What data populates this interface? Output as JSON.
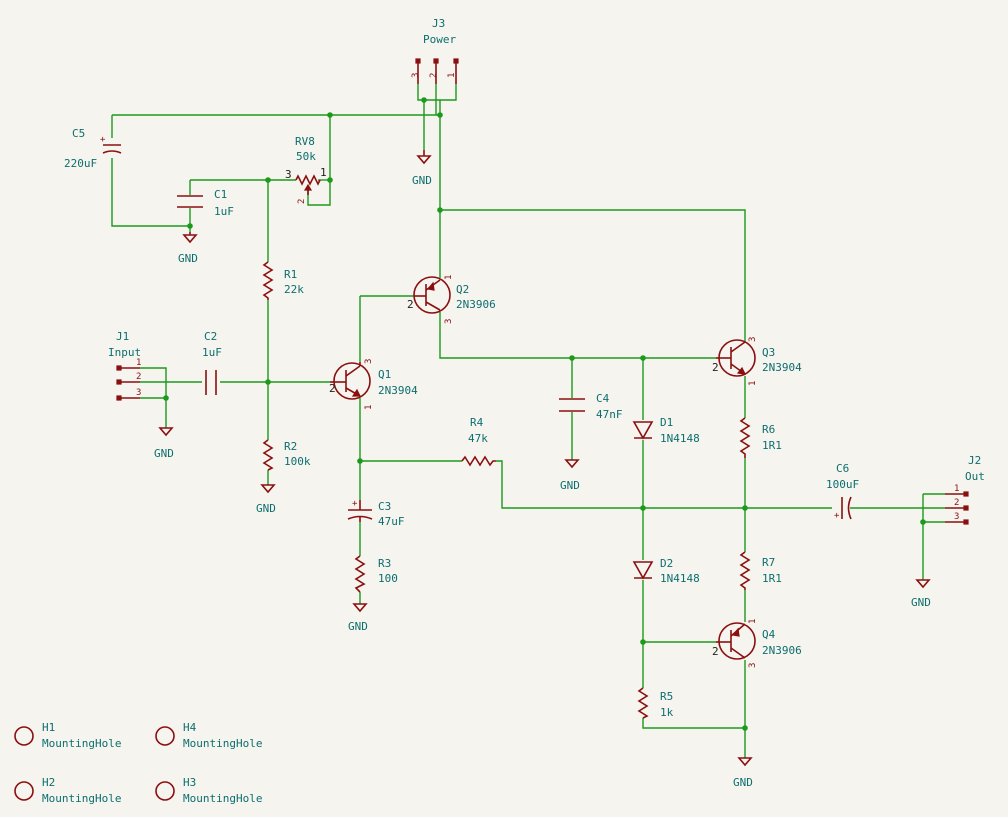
{
  "components": {
    "J3": {
      "ref": "J3",
      "value": "Power",
      "pins": [
        "3",
        "2",
        "1"
      ]
    },
    "C5": {
      "ref": "C5",
      "value": "220uF",
      "plus": "+"
    },
    "RV8": {
      "ref": "RV8",
      "value": "50k",
      "pin1": "1",
      "pin2": "2",
      "pin3": "3"
    },
    "C1": {
      "ref": "C1",
      "value": "1uF"
    },
    "R1": {
      "ref": "R1",
      "value": "22k"
    },
    "Q2": {
      "ref": "Q2",
      "value": "2N3906",
      "pin1": "1",
      "pin2": "2",
      "pin3": "3"
    },
    "J1": {
      "ref": "J1",
      "value": "Input",
      "pins": [
        "1",
        "2",
        "3"
      ]
    },
    "C2": {
      "ref": "C2",
      "value": "1uF"
    },
    "Q1": {
      "ref": "Q1",
      "value": "2N3904",
      "pin1": "1",
      "pin2": "2",
      "pin3": "3"
    },
    "R2": {
      "ref": "R2",
      "value": "100k"
    },
    "C3": {
      "ref": "C3",
      "value": "47uF",
      "plus": "+"
    },
    "R3": {
      "ref": "R3",
      "value": "100"
    },
    "R4": {
      "ref": "R4",
      "value": "47k"
    },
    "C4": {
      "ref": "C4",
      "value": "47nF"
    },
    "D1": {
      "ref": "D1",
      "value": "1N4148"
    },
    "D2": {
      "ref": "D2",
      "value": "1N4148"
    },
    "Q3": {
      "ref": "Q3",
      "value": "2N3904",
      "pin1": "1",
      "pin2": "2",
      "pin3": "3"
    },
    "R6": {
      "ref": "R6",
      "value": "1R1"
    },
    "C6": {
      "ref": "C6",
      "value": "100uF",
      "plus": "+"
    },
    "J2": {
      "ref": "J2",
      "value": "Out",
      "pins": [
        "1",
        "2",
        "3"
      ]
    },
    "R7": {
      "ref": "R7",
      "value": "1R1"
    },
    "Q4": {
      "ref": "Q4",
      "value": "2N3906",
      "pin1": "1",
      "pin2": "2",
      "pin3": "3"
    },
    "R5": {
      "ref": "R5",
      "value": "1k"
    },
    "H1": {
      "ref": "H1",
      "value": "MountingHole"
    },
    "H2": {
      "ref": "H2",
      "value": "MountingHole"
    },
    "H3": {
      "ref": "H3",
      "value": "MountingHole"
    },
    "H4": {
      "ref": "H4",
      "value": "MountingHole"
    }
  },
  "gnd_label": "GND",
  "colors": {
    "wire": "#1c9a1c",
    "symbol": "#8a1010",
    "text": "#0d6e6e",
    "background": "#f5f4ef"
  }
}
